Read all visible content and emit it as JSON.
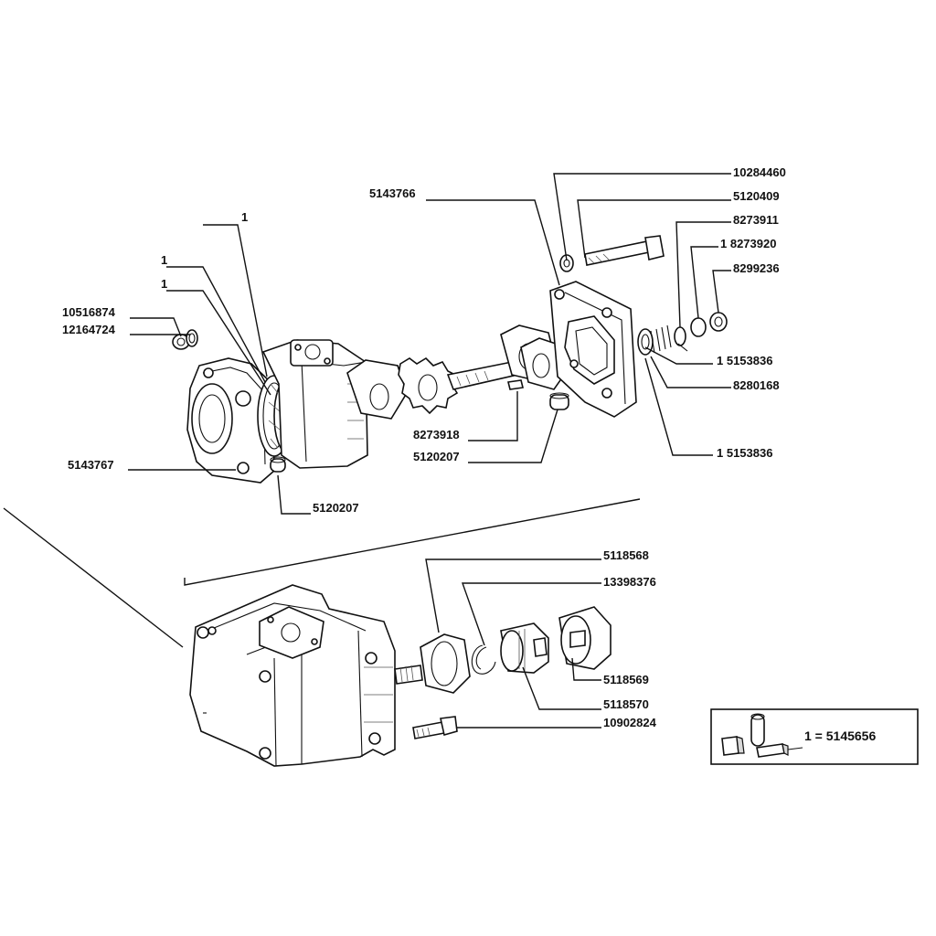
{
  "labels": {
    "p10284460": "10284460",
    "p5120409": "5120409",
    "p8273911": "8273911",
    "p8273920": "1  8273920",
    "p8299236": "8299236",
    "p5143766": "5143766",
    "p1a": "1",
    "p1b": "1",
    "p1c": "1",
    "p10516874": "10516874",
    "p12164724": "12164724",
    "p5153836a": "1  5153836",
    "p8280168": "8280168",
    "p5153836b": "1  5153836",
    "p8273918": "8273918",
    "p5120207a": "5120207",
    "p5143767": "5143767",
    "p5120207b": "5120207",
    "p5118568": "5118568",
    "p13398376": "13398376",
    "p5118569": "5118569",
    "p5118570": "5118570",
    "p10902824": "10902824"
  },
  "kit_box": {
    "text": "1 = 5145656"
  }
}
